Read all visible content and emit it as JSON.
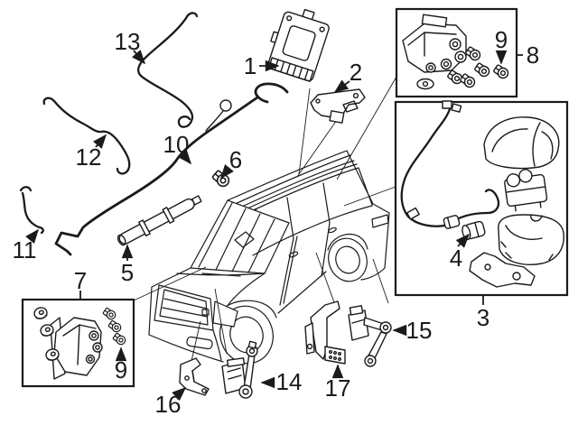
{
  "figure": {
    "background": "#ffffff",
    "ink": "#1b1b1b"
  },
  "callouts": [
    {
      "label": "1",
      "part": "suspension-control-module"
    },
    {
      "label": "2",
      "part": "module-mounting-bracket"
    },
    {
      "label": "3",
      "part": "compressor-assembly-kit-box"
    },
    {
      "label": "4",
      "part": "inline-silencer"
    },
    {
      "label": "5",
      "part": "reservoir-tube"
    },
    {
      "label": "6",
      "part": "air-line-fitting"
    },
    {
      "label": "7",
      "part": "valve-block-kit-box"
    },
    {
      "label": "8",
      "part": "valve-block-kit-box"
    },
    {
      "label": "9",
      "part": "air-line-fitting"
    },
    {
      "label": "9",
      "part": "air-line-fitting"
    },
    {
      "label": "10",
      "part": "air-line-harness"
    },
    {
      "label": "11",
      "part": "pigtail-wire"
    },
    {
      "label": "12",
      "part": "wiring-harness"
    },
    {
      "label": "13",
      "part": "wiring-harness"
    },
    {
      "label": "14",
      "part": "front-height-sensor"
    },
    {
      "label": "15",
      "part": "rear-height-sensor"
    },
    {
      "label": "16",
      "part": "sensor-mounting-bracket"
    },
    {
      "label": "17",
      "part": "sensor-mounting-bracket"
    }
  ]
}
